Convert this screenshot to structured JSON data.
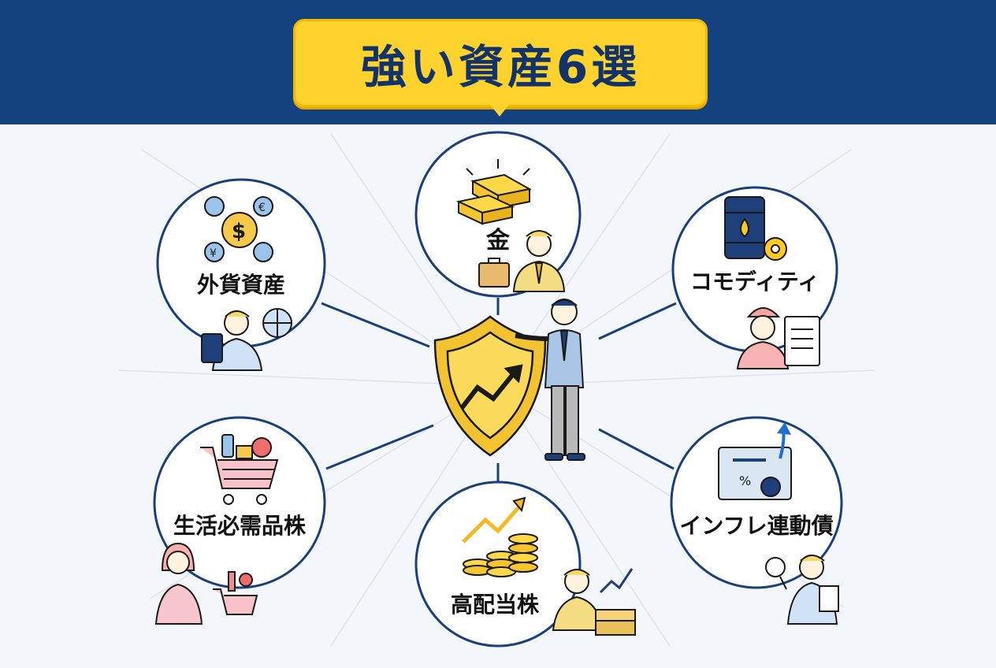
{
  "header": {
    "title": "強い資産6選"
  },
  "colors": {
    "navy": "#13427f",
    "gold": "#ffd22e",
    "circle_border": "#1b3f78",
    "shield": "#f2c230"
  },
  "center": {
    "icon": "shield-with-rising-arrow-icon",
    "figure": "businessman-icon"
  },
  "assets": [
    {
      "label": "金",
      "icon": "gold-bars-icon"
    },
    {
      "label": "コモディティ",
      "icon": "oil-barrel-icon"
    },
    {
      "label": "インフレ連動債",
      "icon": "bond-certificate-icon"
    },
    {
      "label": "高配当株",
      "icon": "coins-growth-icon"
    },
    {
      "label": "生活必需品株",
      "icon": "shopping-cart-icon"
    },
    {
      "label": "外貨資産",
      "icon": "currency-exchange-icon"
    }
  ]
}
